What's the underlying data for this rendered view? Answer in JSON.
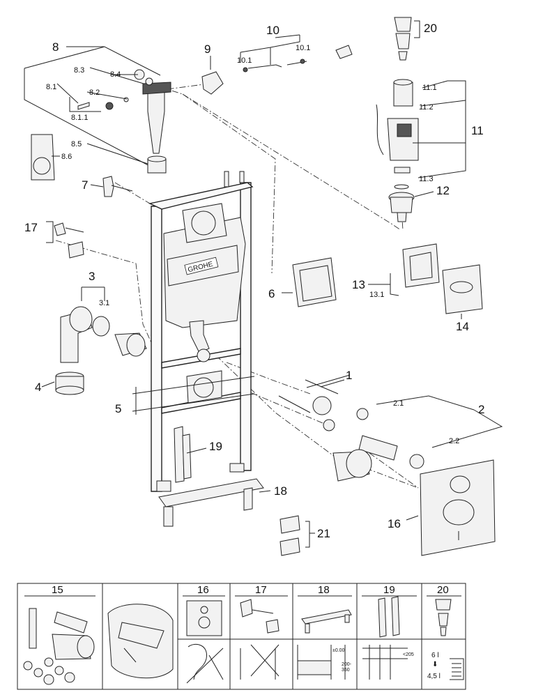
{
  "brand": {
    "logo_text": "GROHE"
  },
  "callouts": {
    "c1": "1",
    "c2": "2",
    "c2_1": "2.1",
    "c2_2": "2.2",
    "c3": "3",
    "c3_1": "3.1",
    "c4": "4",
    "c5": "5",
    "c6": "6",
    "c7": "7",
    "c8": "8",
    "c8_1": "8.1",
    "c8_1_1": "8.1.1",
    "c8_2": "8.2",
    "c8_3": "8.3",
    "c8_4": "8.4",
    "c8_5": "8.5",
    "c8_6": "8.6",
    "c9": "9",
    "c10": "10",
    "c10_1a": "10.1",
    "c10_1b": "10.1",
    "c11": "11",
    "c11_1": "11.1",
    "c11_2": "11.2",
    "c11_3": "11.3",
    "c12": "12",
    "c13": "13",
    "c13_1": "13.1",
    "c14": "14",
    "c16": "16",
    "c17": "17",
    "c18": "18",
    "c19": "19",
    "c20": "20",
    "c21": "21"
  },
  "table": {
    "headers": [
      "15",
      "",
      "16",
      "17",
      "18",
      "19",
      "20"
    ],
    "dim_top": "±0.00",
    "dim_range_a": "200-",
    "dim_range_b": "350",
    "dim_205": "<205",
    "flush_6": "6 l",
    "flush_45": "4,5 l"
  }
}
